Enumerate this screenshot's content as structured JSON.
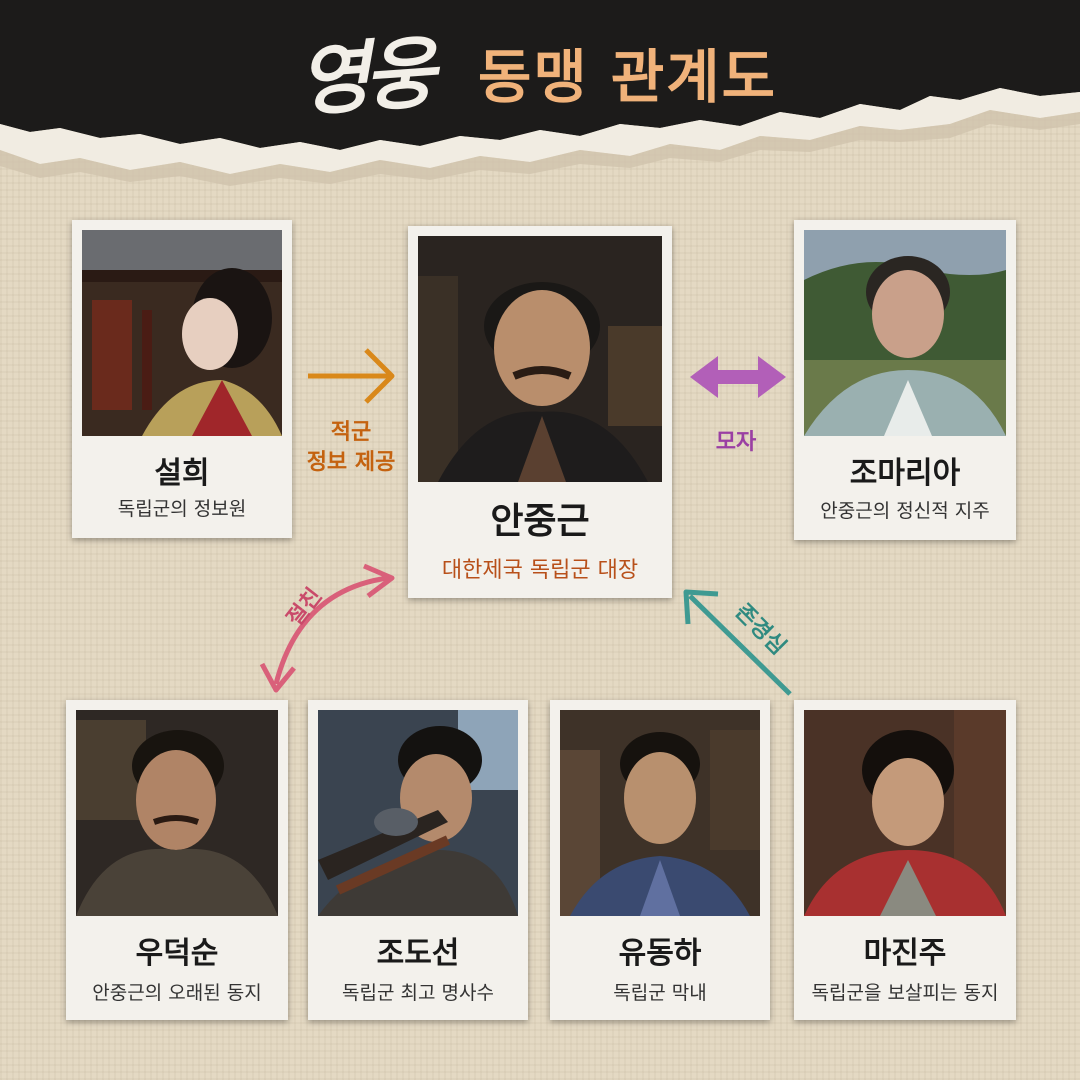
{
  "header": {
    "logo_text": "영웅",
    "title": "동맹 관계도"
  },
  "colors": {
    "accent_title": "#f0b27a",
    "arrow_orange": "#d9881a",
    "arrow_purple": "#b25fb8",
    "arrow_pink": "#d9607a",
    "arrow_teal": "#3f9a92",
    "label_orange": "#c4620f",
    "label_purple": "#9a3fa3",
    "label_pink": "#c94a6a",
    "label_teal": "#2f8a80",
    "main_desc": "#b8501a"
  },
  "characters": {
    "seolhui": {
      "name": "설희",
      "desc": "독립군의 정보원"
    },
    "ahn": {
      "name": "안중근",
      "desc": "대한제국 독립군 대장"
    },
    "jo_maria": {
      "name": "조마리아",
      "desc": "안중근의 정신적 지주"
    },
    "woo": {
      "name": "우덕순",
      "desc": "안중근의 오래된 동지"
    },
    "jo_doseon": {
      "name": "조도선",
      "desc": "독립군 최고 명사수"
    },
    "yu": {
      "name": "유동하",
      "desc": "독립군 막내"
    },
    "ma": {
      "name": "마진주",
      "desc": "독립군을 보살피는 동지"
    }
  },
  "relations": {
    "seolhui_ahn_line1": "적군",
    "seolhui_ahn_line2": "정보 제공",
    "ahn_maria": "모자",
    "ahn_woo": "절친",
    "ma_ahn": "존경심"
  }
}
